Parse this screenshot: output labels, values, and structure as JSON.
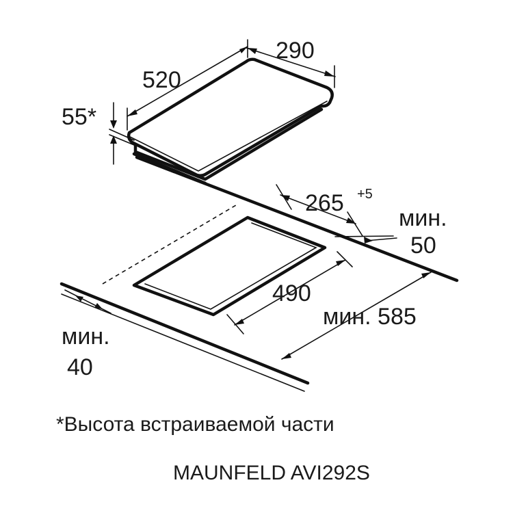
{
  "dimensions": {
    "width_top": "290",
    "depth_top": "520",
    "height": "55*",
    "cutout_width": "265",
    "cutout_width_tolerance": "+5",
    "min_back_label": "мин.",
    "min_back_value": "50",
    "cutout_depth": "490",
    "min_depth": "мин. 585",
    "min_front_label": "мин.",
    "min_front_value": "40"
  },
  "footnote": "*Высота встраиваемой части",
  "model": "MAUNFELD AVI292S"
}
